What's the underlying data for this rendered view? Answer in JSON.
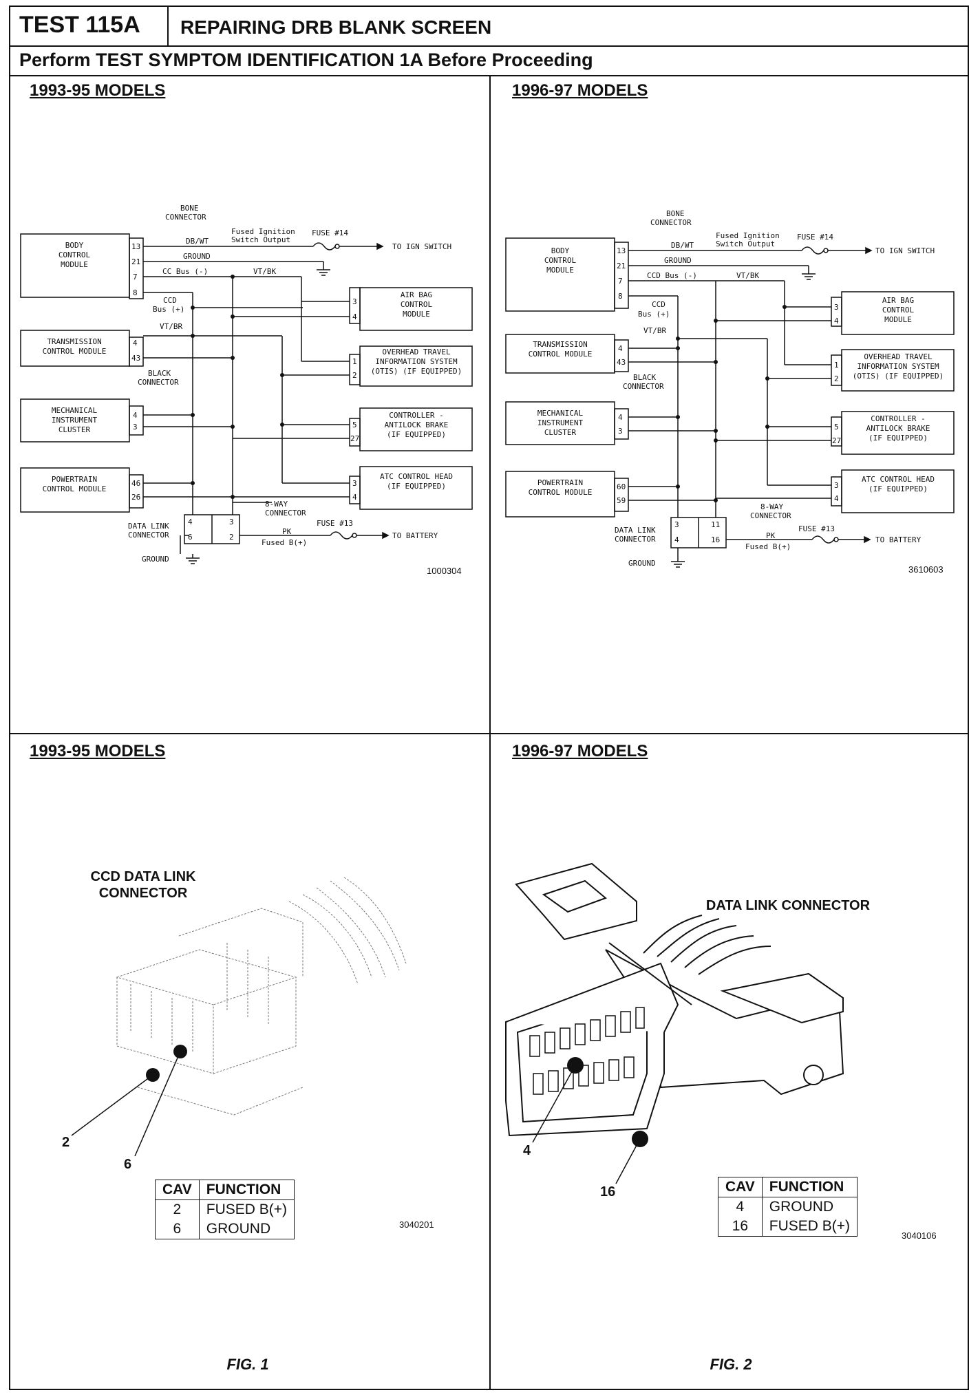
{
  "header": {
    "test_label": "TEST 115A",
    "title": "REPAIRING DRB BLANK SCREEN",
    "subtitle": "Perform TEST SYMPTOM IDENTIFICATION 1A Before Proceeding"
  },
  "quadrants": {
    "top_left_title": "1993-95 MODELS",
    "top_right_title": "1996-97 MODELS",
    "bottom_left_title": "1993-95 MODELS",
    "bottom_right_title": "1996-97 MODELS"
  },
  "schematic_1993": {
    "code": "1000304",
    "modules": {
      "bcm": [
        "BODY",
        "CONTROL",
        "MODULE"
      ],
      "tcm": [
        "TRANSMISSION",
        "CONTROL MODULE"
      ],
      "mic": [
        "MECHANICAL",
        "INSTRUMENT",
        "CLUSTER"
      ],
      "pcm": [
        "POWERTRAIN",
        "CONTROL MODULE"
      ],
      "airbag": [
        "AIR BAG",
        "CONTROL",
        "MODULE"
      ],
      "otis": [
        "OVERHEAD TRAVEL",
        "INFORMATION SYSTEM",
        "(OTIS) (IF EQUIPPED)"
      ],
      "abs": [
        "CONTROLLER -",
        "ANTILOCK BRAKE",
        "(IF EQUIPPED)"
      ],
      "atc": [
        "ATC CONTROL HEAD",
        "(IF EQUIPPED)"
      ]
    },
    "pins": {
      "bcm": [
        "13",
        "21",
        "7",
        "8"
      ],
      "tcm": [
        "4",
        "43"
      ],
      "mic": [
        "4",
        "3"
      ],
      "pcm": [
        "46",
        "26"
      ],
      "airbag": [
        "3",
        "4"
      ],
      "otis": [
        "1",
        "2"
      ],
      "abs": [
        "5",
        "27"
      ],
      "atc": [
        "3",
        "4"
      ],
      "dlc": [
        "4",
        "3",
        "6",
        "2"
      ]
    },
    "labels": {
      "bone_connector": [
        "BONE",
        "CONNECTOR"
      ],
      "fused_ign": [
        "Fused Ignition",
        "Switch Output"
      ],
      "fuse14": "FUSE #14",
      "to_ign": "TO IGN SWITCH",
      "dbwt": "DB/WT",
      "ground": "GROUND",
      "cc_bus": "CC Bus (-)",
      "vtbk": "VT/BK",
      "ccd_bus": [
        "CCD",
        "Bus (+)"
      ],
      "vtbr": "VT/BR",
      "black_connector": [
        "BLACK",
        "CONNECTOR"
      ],
      "eight_way": [
        "8-WAY",
        "CONNECTOR"
      ],
      "fuse13": "FUSE #13",
      "pk": "PK",
      "fused_b": "Fused B(+)",
      "to_battery": "TO BATTERY",
      "dlc": [
        "DATA LINK",
        "CONNECTOR"
      ],
      "ground_bottom": "GROUND"
    }
  },
  "schematic_1996": {
    "code": "3610603",
    "pins": {
      "bcm": [
        "13",
        "21",
        "7",
        "8"
      ],
      "tcm": [
        "4",
        "43"
      ],
      "mic": [
        "4",
        "3"
      ],
      "pcm": [
        "60",
        "59"
      ],
      "airbag": [
        "3",
        "4"
      ],
      "otis": [
        "1",
        "2"
      ],
      "abs": [
        "5",
        "27"
      ],
      "atc": [
        "3",
        "4"
      ],
      "dlc": [
        "3",
        "11",
        "4",
        "16"
      ]
    },
    "labels": {
      "ccd_bus": "CCD Bus (-)",
      "ccd_bus_plus": [
        "CCD",
        "Bus (+)"
      ]
    }
  },
  "fig1": {
    "title": [
      "CCD DATA LINK",
      "CONNECTOR"
    ],
    "callouts": [
      "2",
      "6"
    ],
    "table": {
      "headers": [
        "CAV",
        "FUNCTION"
      ],
      "rows": [
        [
          "2",
          "FUSED B(+)"
        ],
        [
          "6",
          "GROUND"
        ]
      ]
    },
    "code": "3040201",
    "caption": "FIG. 1"
  },
  "fig2": {
    "title": "DATA LINK CONNECTOR",
    "callouts": [
      "4",
      "16"
    ],
    "table": {
      "headers": [
        "CAV",
        "FUNCTION"
      ],
      "rows": [
        [
          "4",
          "GROUND"
        ],
        [
          "16",
          "FUSED B(+)"
        ]
      ]
    },
    "code": "3040106",
    "caption": "FIG. 2"
  }
}
